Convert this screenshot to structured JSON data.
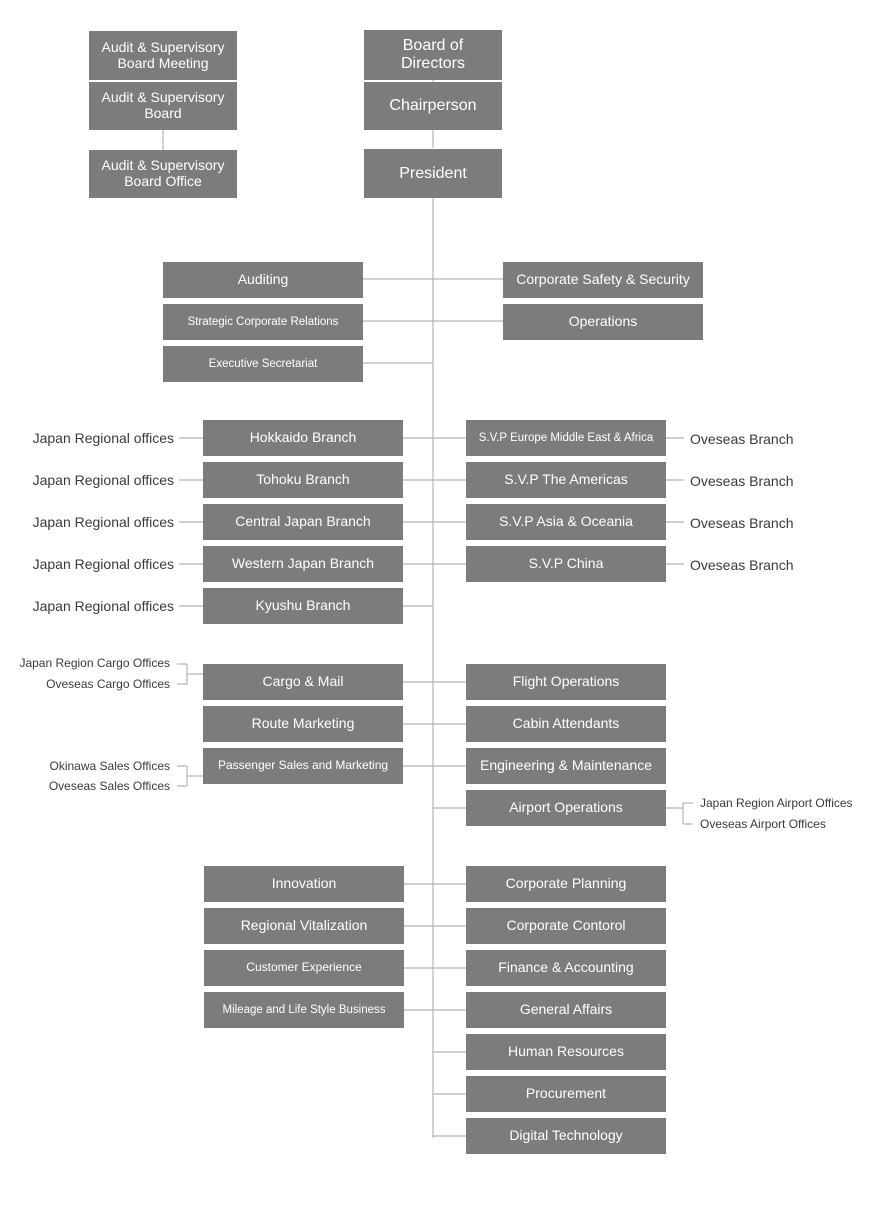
{
  "top": {
    "board_meeting": "Audit & Supervisory\nBoard Meeting",
    "audit_board": "Audit & Supervisory\nBoard",
    "audit_office": "Audit & Supervisory\nBoard Office",
    "board_of_directors": "Board of\nDirectors",
    "chairperson": "Chairperson",
    "president": "President"
  },
  "staff_left": [
    "Auditing",
    "Strategic Corporate Relations",
    "Executive Secretariat"
  ],
  "staff_right": [
    "Corporate Safety & Security",
    "Operations"
  ],
  "branches_left": [
    "Hokkaido Branch",
    "Tohoku Branch",
    "Central Japan Branch",
    "Western Japan Branch",
    "Kyushu Branch"
  ],
  "branches_left_label": "Japan Regional offices",
  "branches_right": [
    "S.V.P Europe Middle East & Africa",
    "S.V.P The Americas",
    "S.V.P Asia & Oceania",
    "S.V.P China"
  ],
  "branches_right_label": "Oveseas Branch",
  "business_left": [
    "Cargo & Mail",
    "Route Marketing",
    "Passenger Sales and Marketing"
  ],
  "cargo_sub": [
    "Japan Region Cargo Offices",
    "Oveseas Cargo Offices"
  ],
  "sales_sub": [
    "Okinawa Sales Offices",
    "Oveseas Sales Offices"
  ],
  "business_right": [
    "Flight Operations",
    "Cabin Attendants",
    "Engineering & Maintenance",
    "Airport Operations"
  ],
  "airport_sub": [
    "Japan Region Airport Offices",
    "Oveseas Airport Offices"
  ],
  "corporate_left": [
    "Innovation",
    "Regional Vitalization",
    "Customer Experience",
    "Mileage and Life Style Business"
  ],
  "corporate_right": [
    "Corporate Planning",
    "Corporate Contorol",
    "Finance & Accounting",
    "General Affairs",
    "Human Resources",
    "Procurement",
    "Digital Technology"
  ],
  "colors": {
    "box": "#7c7c7c",
    "line": "#b3b3b3",
    "text": "#3a3a3a"
  }
}
